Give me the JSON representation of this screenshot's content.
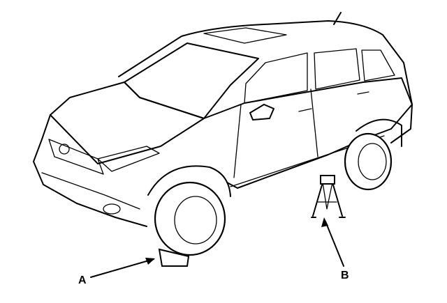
{
  "diagram": {
    "callouts": [
      {
        "id": "A",
        "label": "A",
        "target": "wheel-chock-block"
      },
      {
        "id": "B",
        "label": "B",
        "target": "jack-stand"
      }
    ],
    "colors": {
      "line": "#000000",
      "background": "#ffffff"
    }
  }
}
